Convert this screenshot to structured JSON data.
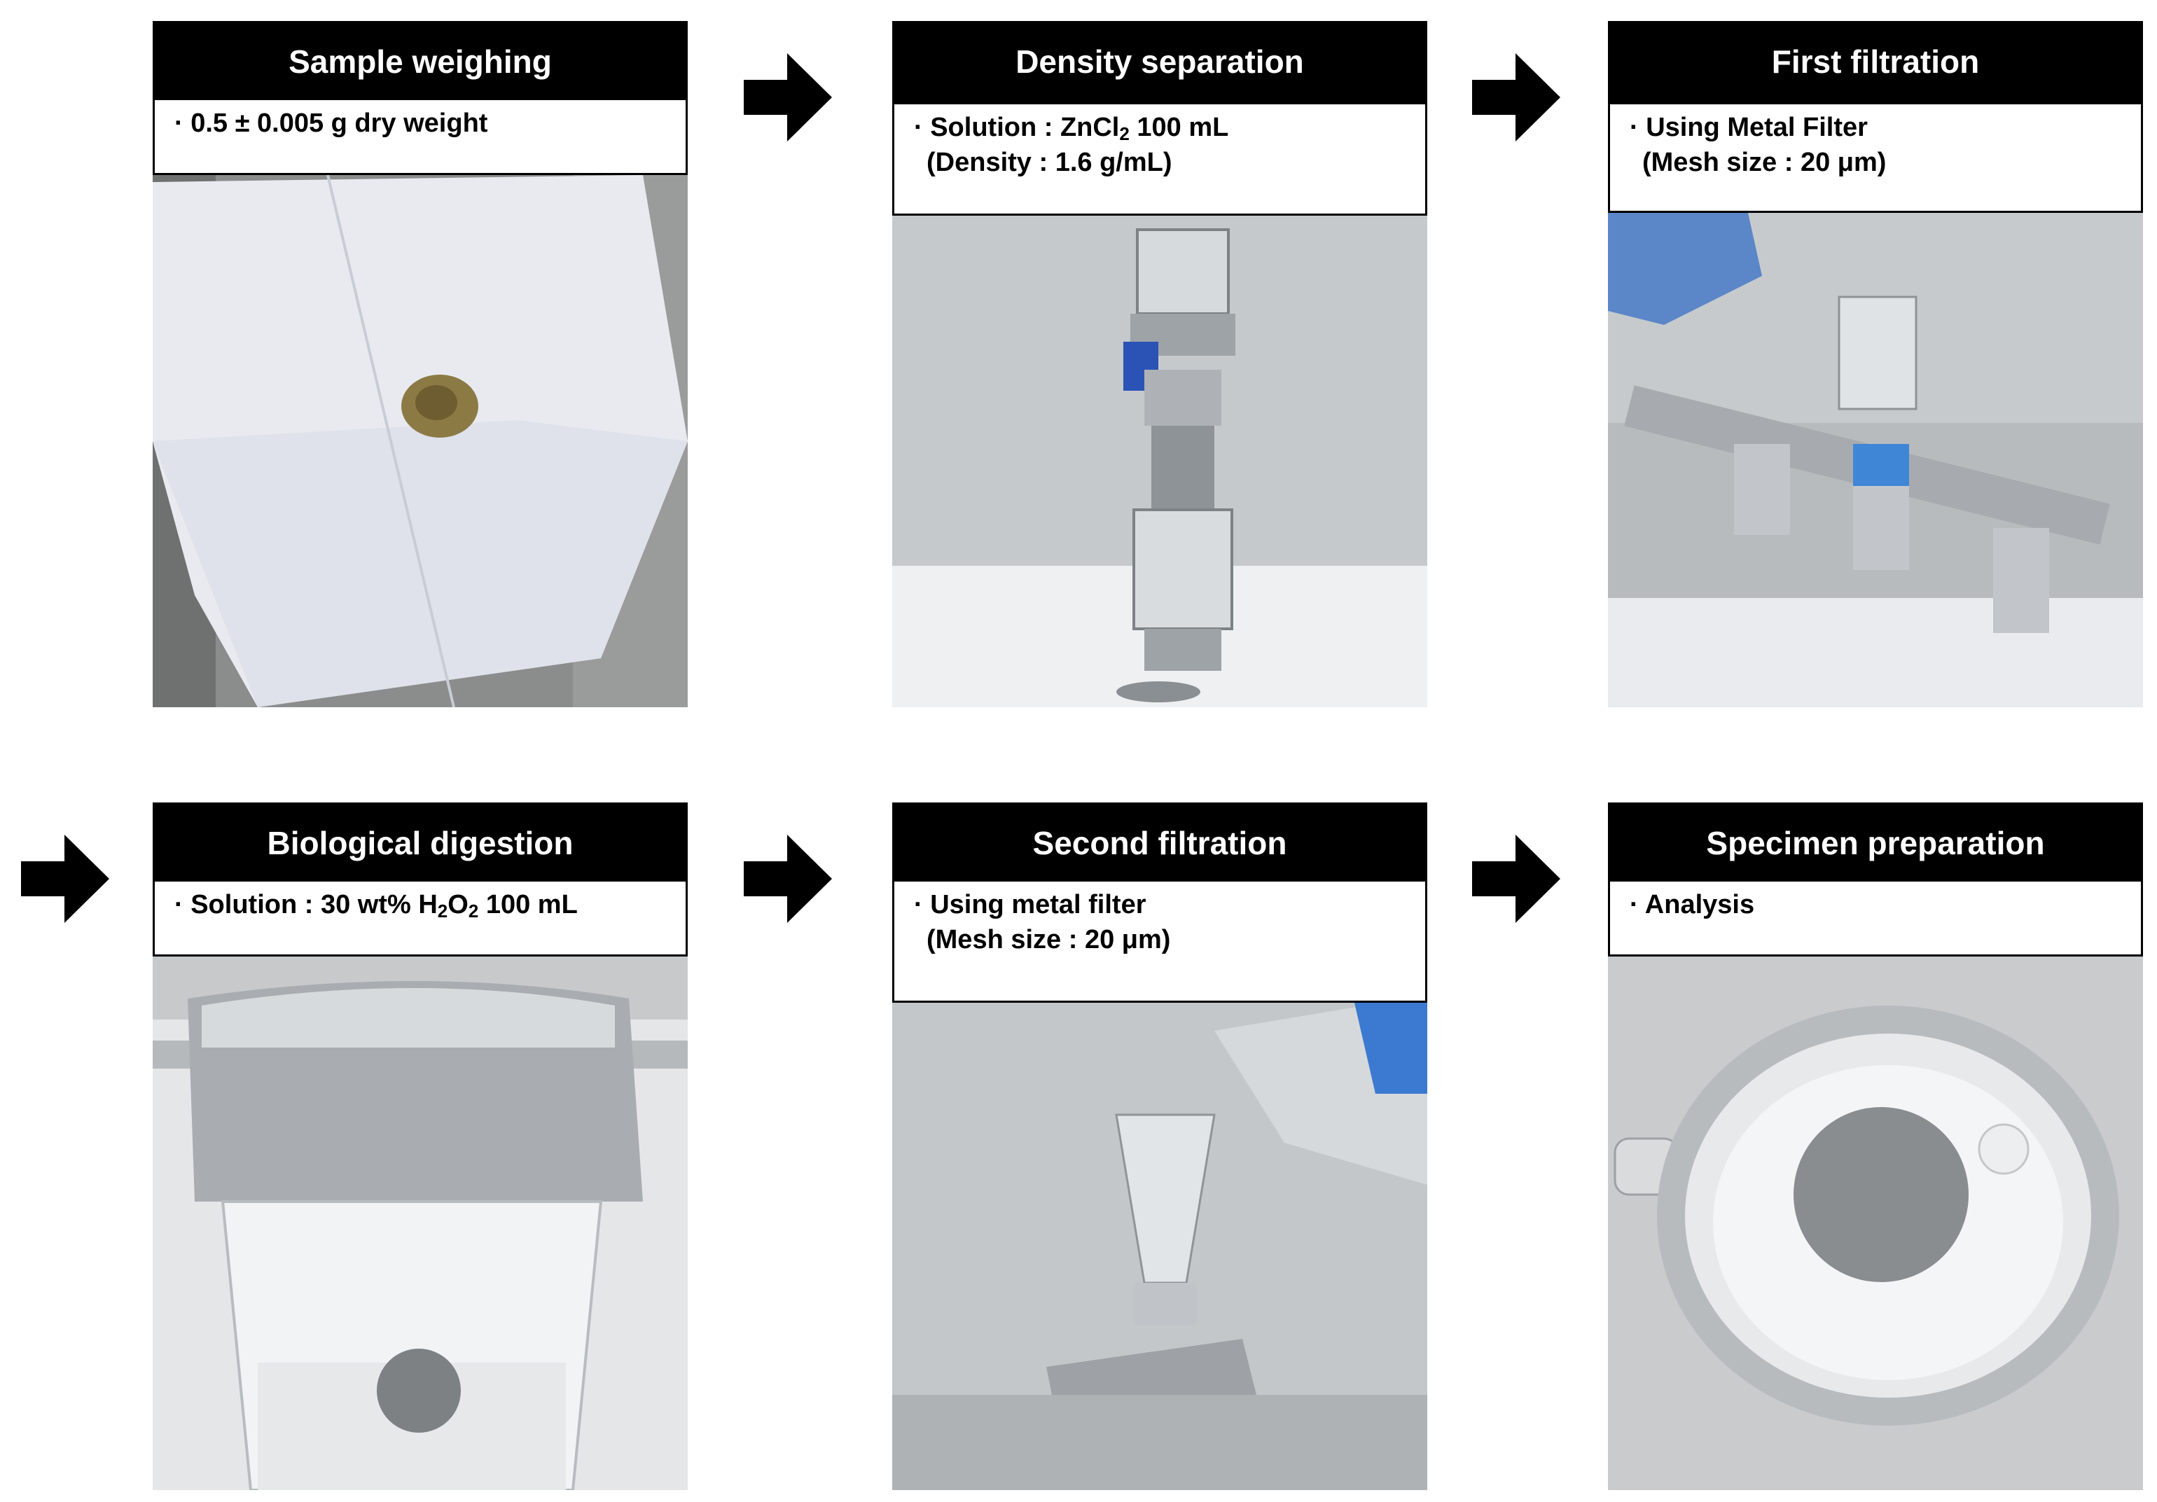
{
  "steps": [
    {
      "title": "Sample weighing",
      "lines": [
        "· 0.5 ± 0.005 g dry weight"
      ]
    },
    {
      "title": "Density separation",
      "lines": [
        "· Solution : ZnCl",
        "2",
        " 100 mL",
        "(Density : 1.6 g/mL)"
      ]
    },
    {
      "title": "First filtration",
      "lines": [
        "· Using Metal Filter",
        "(Mesh size : 20 μm)"
      ]
    },
    {
      "title": "Biological digestion",
      "lines": [
        "· Solution : 30 wt% H",
        "2",
        "O",
        "2",
        " 100 mL"
      ]
    },
    {
      "title": "Second filtration",
      "lines": [
        "· Using metal filter",
        "(Mesh size : 20 μm)"
      ]
    },
    {
      "title": "Specimen preparation",
      "lines": [
        "· Analysis"
      ]
    }
  ],
  "icons": {
    "arrow": "right-arrow-icon"
  },
  "colors": {
    "header_bg": "#000000",
    "header_text": "#ffffff",
    "arrow": "#000000"
  }
}
